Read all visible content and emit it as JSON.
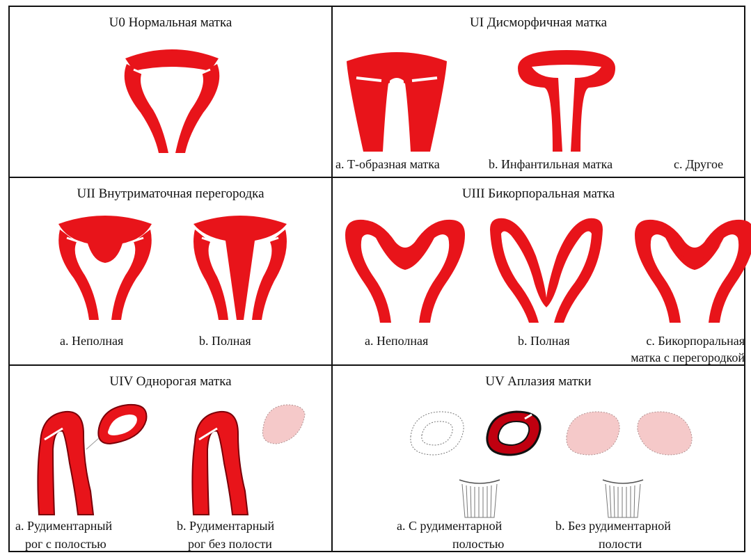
{
  "colors": {
    "uterus": "#e8141a",
    "uterus_dark": "#c00010",
    "aplasia_fill": "#f5c9c9",
    "border": "#111111"
  },
  "u0": {
    "title": "U0 Нормальная матка"
  },
  "u1": {
    "title": "UI Дисморфичная матка",
    "a": "a. Т-образная матка",
    "b": "b. Инфантильная матка",
    "c": "c. Другое"
  },
  "u2": {
    "title": "UII Внутриматочная перегородка",
    "a": "a. Неполная",
    "b": "b. Полная"
  },
  "u3": {
    "title": "UIII Бикорпоральная матка",
    "a": "a. Неполная",
    "b": "b. Полная",
    "c_line1": "c. Бикорпоральная",
    "c_line2": "матка с перегородкой"
  },
  "u4": {
    "title": "UIV Однорогая матка",
    "a_line1": "a. Рудиментарный",
    "a_line2": "рог с полостью",
    "b_line1": "b. Рудиментарный",
    "b_line2": "рог без полости"
  },
  "u5": {
    "title": "UV Аплазия матки",
    "a_line1": "a. С рудиментарной",
    "a_line2": "полостью",
    "b_line1": "b. Без рудиментарной",
    "b_line2": "полости"
  }
}
